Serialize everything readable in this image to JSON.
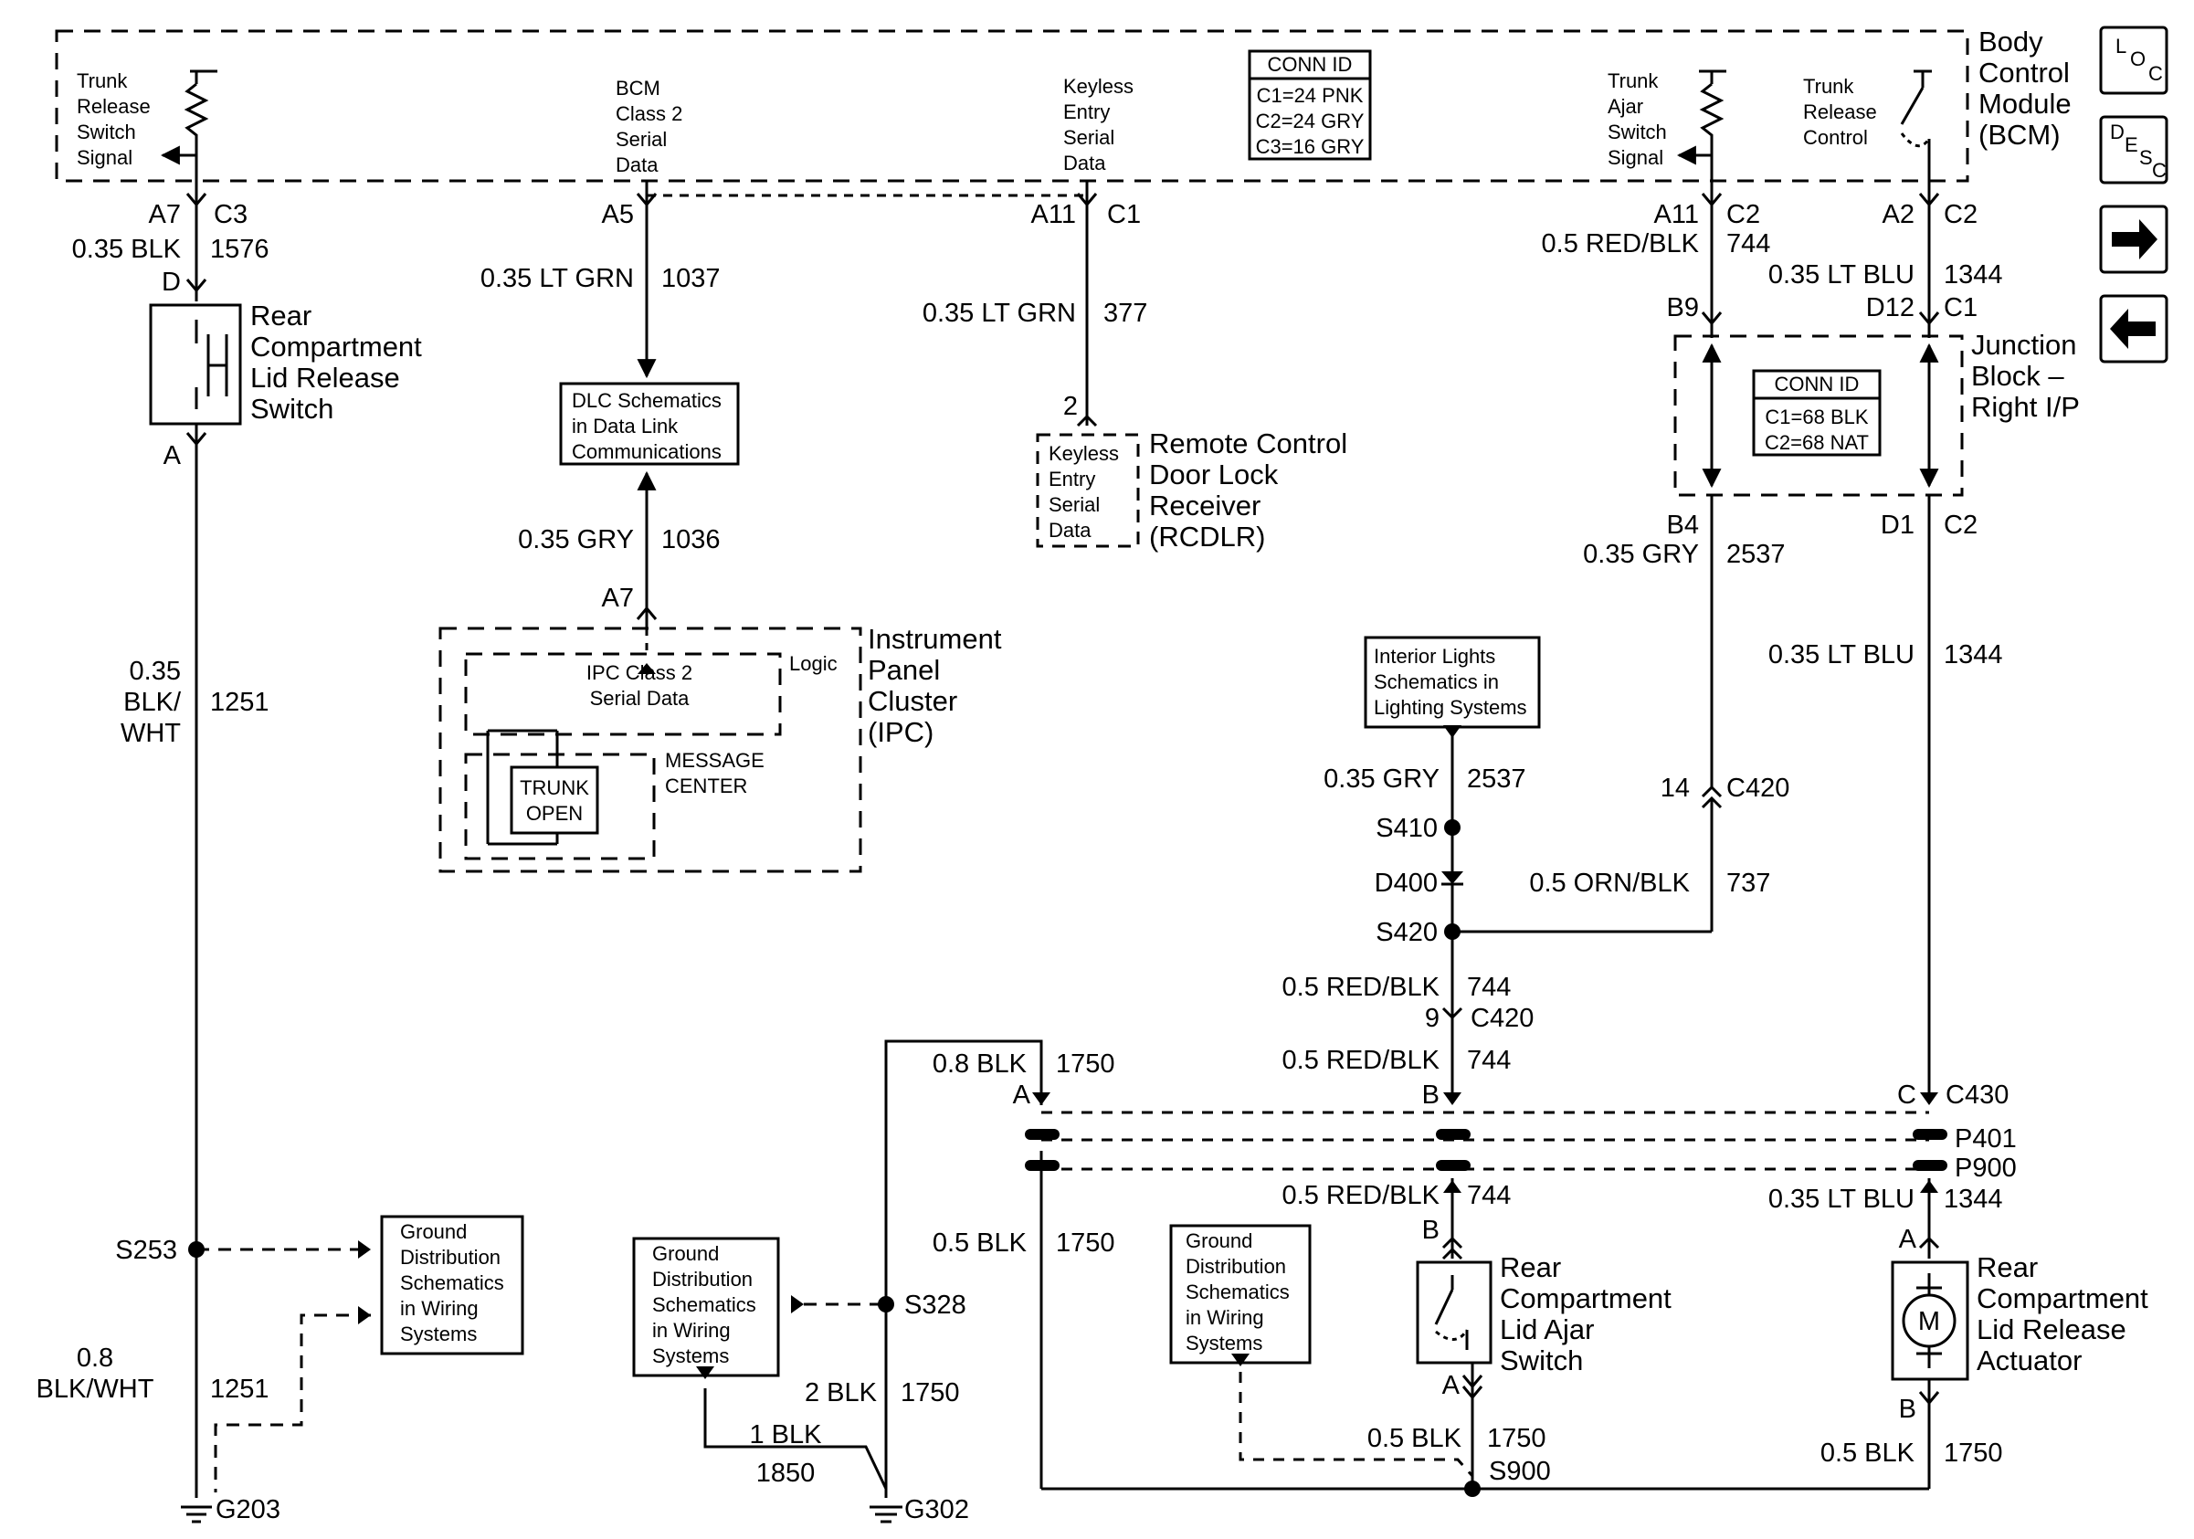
{
  "bcm": {
    "name": [
      "Body",
      "Control",
      "Module",
      "(BCM)"
    ],
    "conn_id": {
      "title": "CONN ID",
      "rows": [
        "C1=24 PNK",
        "C2=24 GRY",
        "C3=16 GRY"
      ]
    },
    "trunk_release_switch_signal": [
      "Trunk",
      "Release",
      "Switch",
      "Signal"
    ],
    "bcm_class2": [
      "BCM",
      "Class 2",
      "Serial",
      "Data"
    ],
    "keyless_serial": [
      "Keyless",
      "Entry",
      "Serial",
      "Data"
    ],
    "trunk_ajar_switch_signal": [
      "Trunk",
      "Ajar",
      "Switch",
      "Signal"
    ],
    "trunk_release_control": [
      "Trunk",
      "Release",
      "Control"
    ]
  },
  "nav": {
    "loc": [
      "L",
      "O",
      "C"
    ],
    "desc": [
      "D",
      "E",
      "S",
      "C"
    ]
  },
  "pins": {
    "a7": "A7",
    "c3": "C3",
    "d": "D",
    "a": "A",
    "a5": "A5",
    "a11": "A11",
    "c1": "C1",
    "a2": "A2",
    "c2": "C2",
    "b9": "B9",
    "d12": "D12",
    "b4": "B4",
    "d1": "D1",
    "two": "2",
    "pin_a7": "A7",
    "c420_14": "14",
    "c420": "C420",
    "c420_9": "9",
    "c420_b": "C420",
    "c430_a": "A",
    "c430_b": "B",
    "c430_c": "C",
    "c430": "C430",
    "p401": "P401",
    "p900": "P900",
    "ajar_b": "B",
    "ajar_a": "A",
    "act_a": "A",
    "act_b": "B"
  },
  "wires": {
    "w1576_g": "0.35 BLK",
    "w1576_n": "1576",
    "w1037_g": "0.35 LT GRN",
    "w1037_n": "1037",
    "w377_g": "0.35 LT GRN",
    "w377_n": "377",
    "w1036_g": "0.35 GRY",
    "w1036_n": "1036",
    "w744_g": "0.5 RED/BLK",
    "w744_n": "744",
    "w1344_g": "0.35 LT BLU",
    "w1344_n": "1344",
    "w2537_g": "0.35 GRY",
    "w2537_n": "2537",
    "w1344b_g": "0.35 LT BLU",
    "w1344b_n": "1344",
    "w1251_g": [
      "0.35",
      "BLK/",
      "WHT"
    ],
    "w1251_n": "1251",
    "w2537b_g": "0.35 GRY",
    "w2537b_n": "2537",
    "w737_g": "0.5 ORN/BLK",
    "w737_n": "737",
    "w744b_g": "0.5 RED/BLK",
    "w744b_n": "744",
    "w744c_g": "0.5 RED/BLK",
    "w744c_n": "744",
    "w1750a_g": "0.8 BLK",
    "w1750a_n": "1750",
    "w744d_g": "0.5 RED/BLK",
    "w744d_n": "744",
    "w1344c_g": "0.35 LT BLU",
    "w1344c_n": "1344",
    "w1750b_g": "0.5 BLK",
    "w1750b_n": "1750",
    "w1251b_g": [
      "0.8",
      "BLK/WHT"
    ],
    "w1251b_n": "1251",
    "w1750c_g": "2 BLK",
    "w1750c_n": "1750",
    "w1850_g": "1 BLK",
    "w1850_n": "1850",
    "w1750d_g": "0.5 BLK",
    "w1750d_n": "1750",
    "w1750e_g": "0.5 BLK",
    "w1750e_n": "1750"
  },
  "components": {
    "rear_switch": [
      "Rear",
      "Compartment",
      "Lid Release",
      "Switch"
    ],
    "dlc": [
      "DLC Schematics",
      "in Data Link",
      "Communications"
    ],
    "rcdlr_box": [
      "Keyless",
      "Entry",
      "Serial",
      "Data"
    ],
    "rcdlr": [
      "Remote Control",
      "Door Lock",
      "Receiver",
      "(RCDLR)"
    ],
    "ipc": [
      "Instrument",
      "Panel",
      "Cluster",
      "(IPC)"
    ],
    "ipc_logic": "Logic",
    "ipc_class2": [
      "IPC Class 2",
      "Serial Data"
    ],
    "msg_center": [
      "MESSAGE",
      "CENTER"
    ],
    "trunk_open": [
      "TRUNK",
      "OPEN"
    ],
    "jb": [
      "Junction",
      "Block –",
      "Right I/P"
    ],
    "jb_conn": {
      "title": "CONN ID",
      "rows": [
        "C1=68 BLK",
        "C2=68 NAT"
      ]
    },
    "interior": [
      "Interior Lights",
      "Schematics in",
      "Lighting Systems"
    ],
    "gnd1": [
      "Ground",
      "Distribution",
      "Schematics",
      "in Wiring",
      "Systems"
    ],
    "gnd2": [
      "Ground",
      "Distribution",
      "Schematics",
      "in Wiring",
      "Systems"
    ],
    "gnd3": [
      "Ground",
      "Distribution",
      "Schematics",
      "in Wiring",
      "Systems"
    ],
    "ajar_switch": [
      "Rear",
      "Compartment",
      "Lid Ajar",
      "Switch"
    ],
    "actuator": [
      "Rear",
      "Compartment",
      "Lid Release",
      "Actuator"
    ],
    "motor_m": "M"
  },
  "splices": {
    "s253": "S253",
    "s328": "S328",
    "s410": "S410",
    "d400": "D400",
    "s420": "S420",
    "s900": "S900"
  },
  "grounds": {
    "g203": "G203",
    "g302": "G302"
  }
}
